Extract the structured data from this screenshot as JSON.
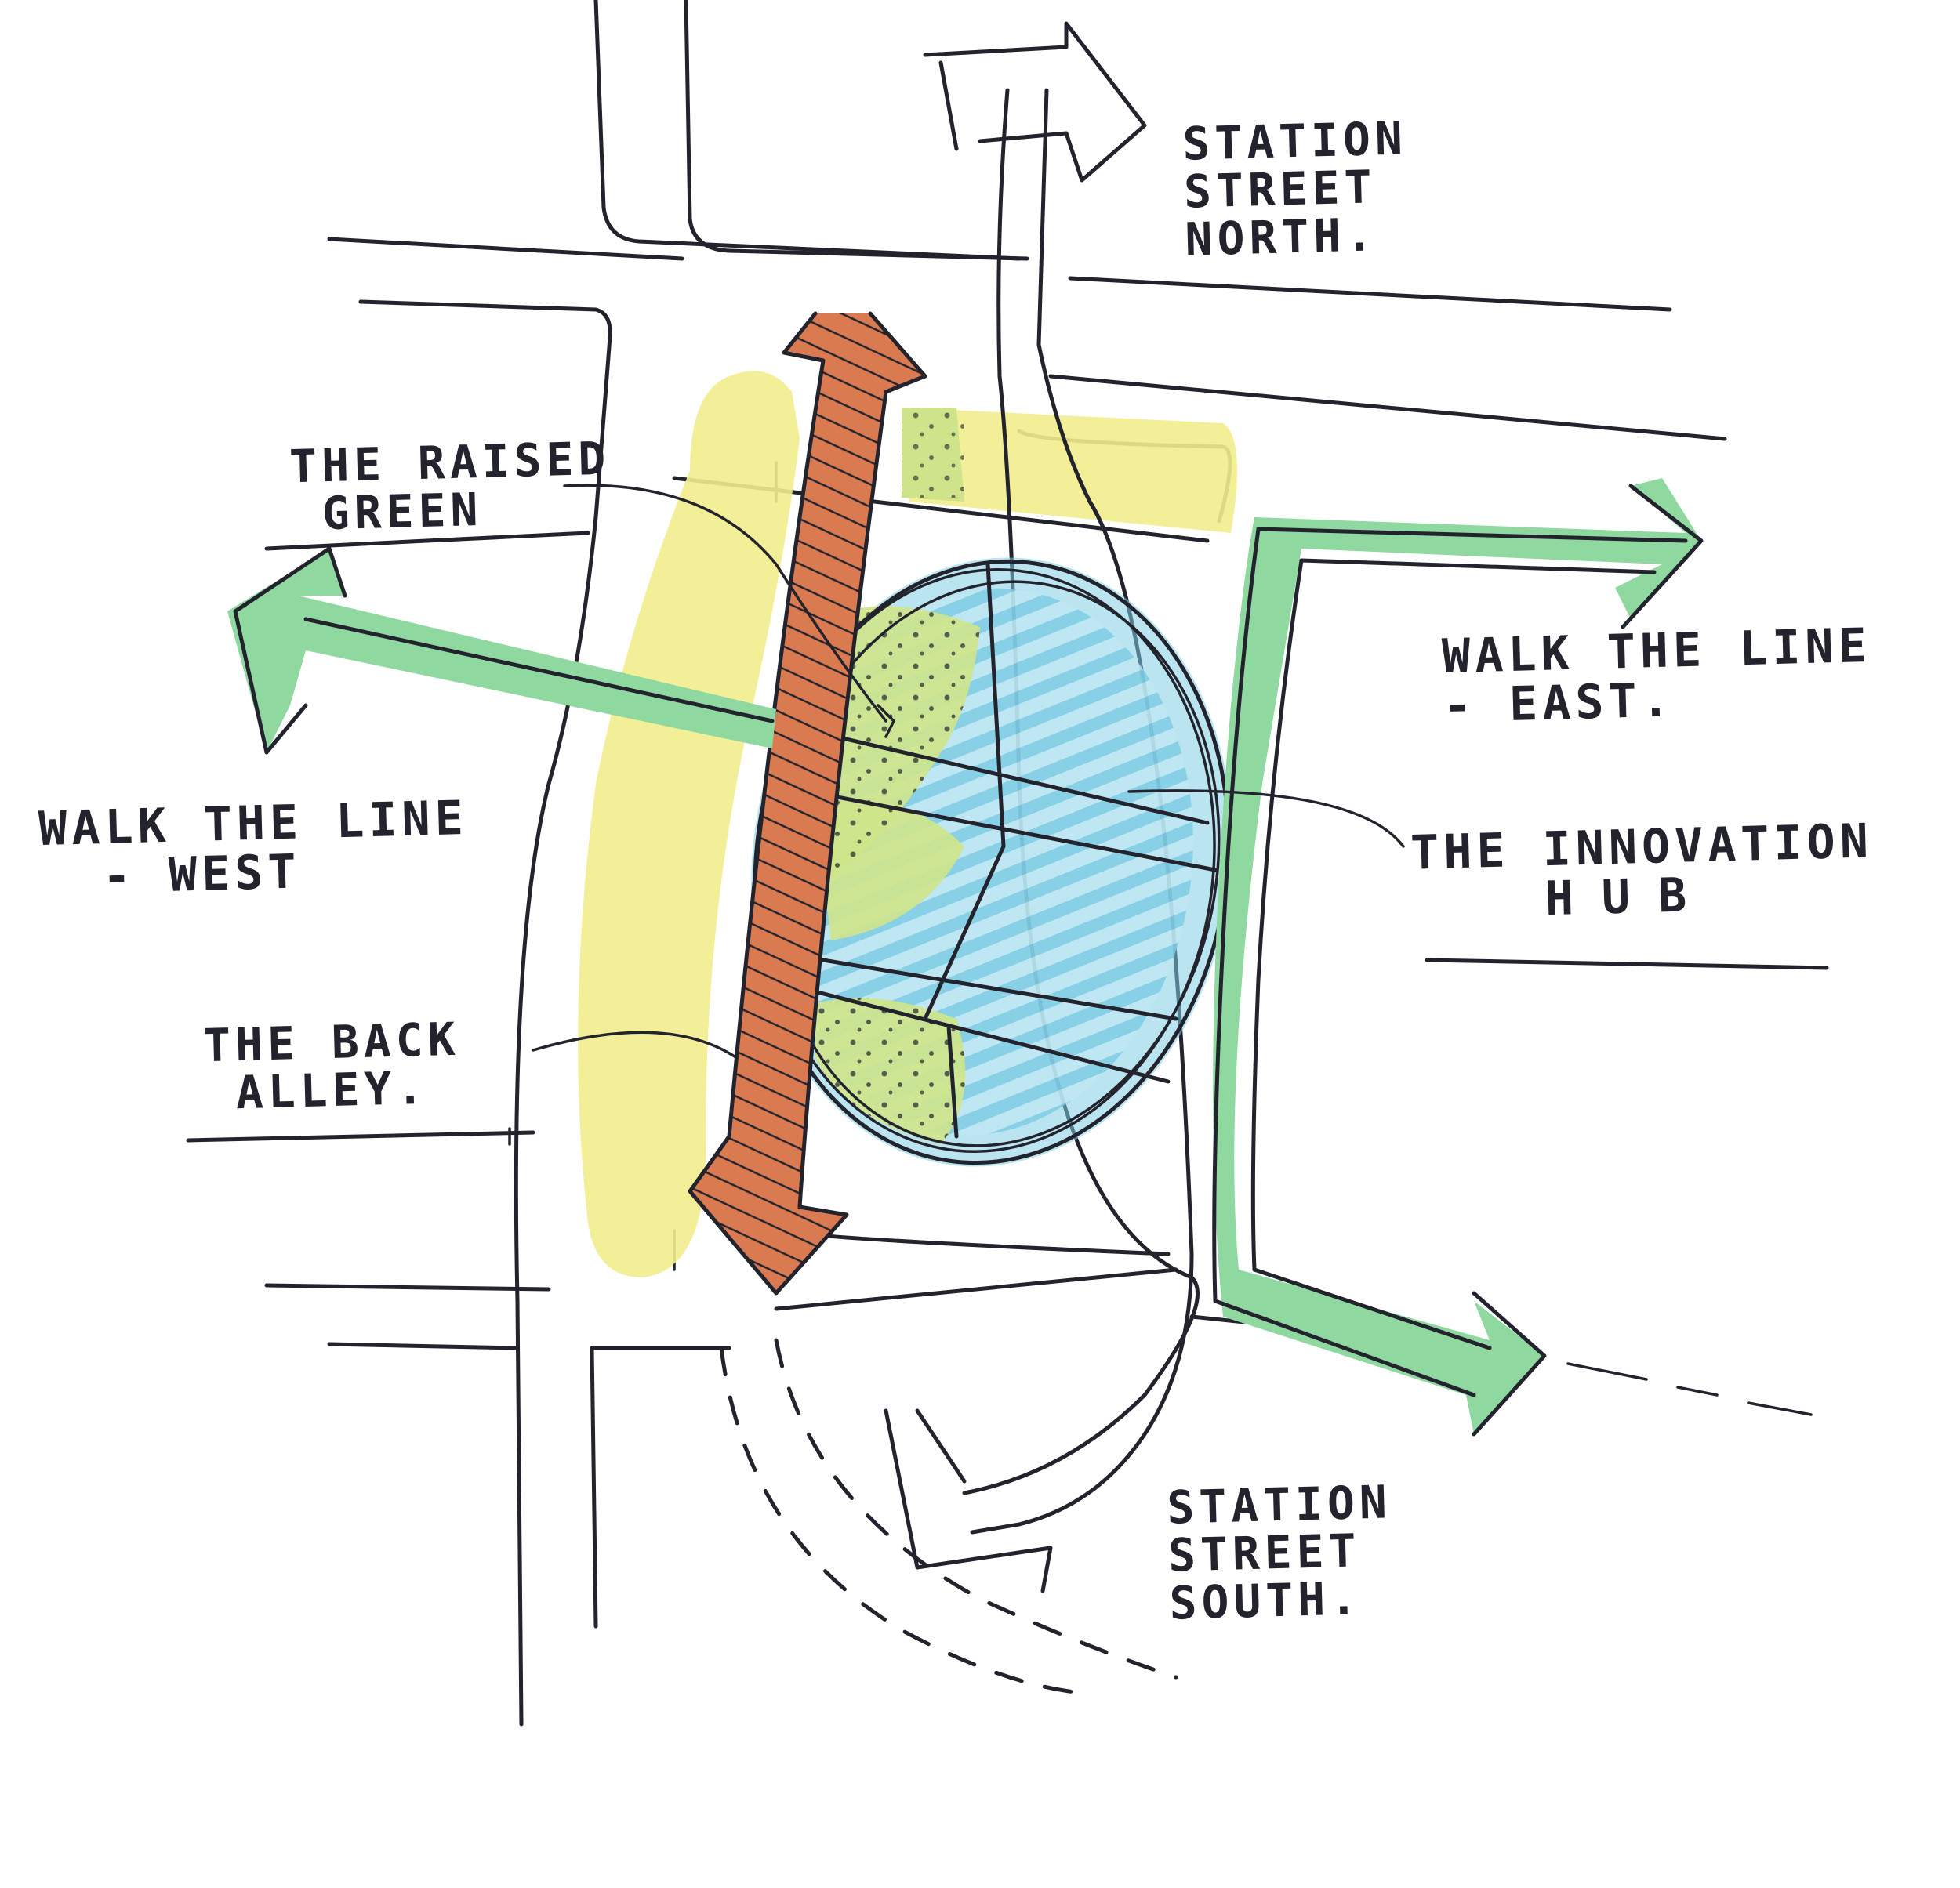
{
  "labels": {
    "north_l1": "STATION",
    "north_l2": "STREET",
    "north_l3": "NORTH.",
    "green_l1": "THE RAISED",
    "green_l2": "GREEN",
    "east_l1": "WALK THE LINE",
    "east_l2": "- EAST.",
    "west_l1": "WALK THE LINE",
    "west_l2": "- WEST",
    "hub_l1": "THE INNOVATION",
    "hub_l2": "HUB",
    "alley_l1": "THE BACK",
    "alley_l2": "ALLEY.",
    "south_l1": "STATION",
    "south_l2": "STREET",
    "south_l3": "SOUTH."
  },
  "colors": {
    "ink": "#23232e",
    "yellow": "#f1ec8a",
    "green": "#8fd8a0",
    "blue": "#8fd3e8",
    "orange": "#d9764a",
    "lime": "#cfe48a"
  }
}
